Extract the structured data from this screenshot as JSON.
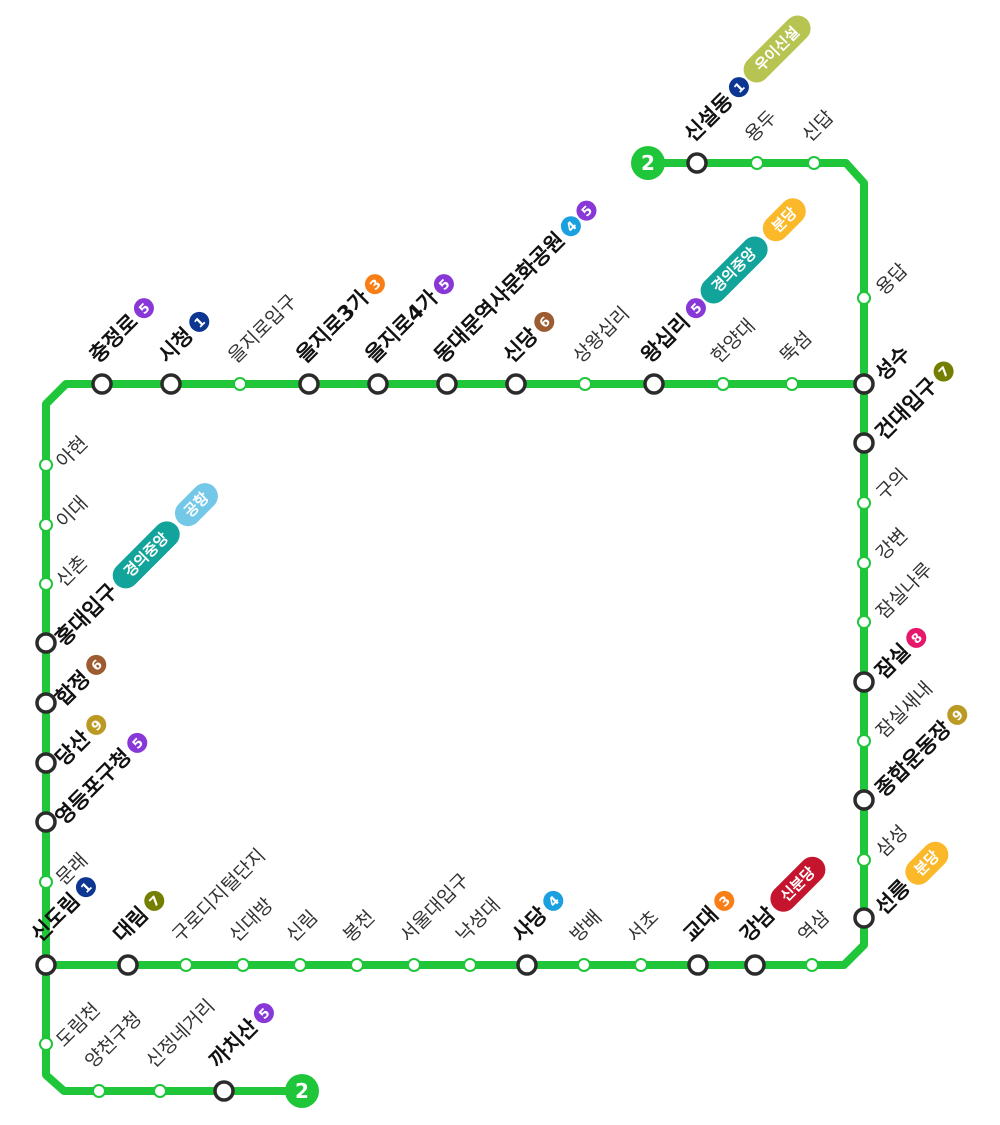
{
  "line": {
    "number": "2",
    "color": "#1fc63a"
  },
  "line_colors": {
    "1": "#0d3692",
    "3": "#fa7e16",
    "4": "#1ba0df",
    "5": "#8838d7",
    "6": "#9c5b30",
    "7": "#747f00",
    "8": "#e6186c",
    "9": "#bb9a24",
    "경의중앙": "#12a39a",
    "공항": "#73c7e7",
    "분당": "#fbb829",
    "우이신설": "#b7c452",
    "신분당": "#c5152e"
  },
  "stations": [
    {
      "name": "충정로",
      "transfers": [
        "5"
      ],
      "major": true
    },
    {
      "name": "시청",
      "transfers": [
        "1"
      ],
      "major": true
    },
    {
      "name": "을지로입구",
      "transfers": [],
      "major": false
    },
    {
      "name": "을지로3가",
      "transfers": [
        "3"
      ],
      "major": true
    },
    {
      "name": "을지로4가",
      "transfers": [
        "5"
      ],
      "major": true
    },
    {
      "name": "동대문역사문화공원",
      "transfers": [
        "4",
        "5"
      ],
      "major": true
    },
    {
      "name": "신당",
      "transfers": [
        "6"
      ],
      "major": true
    },
    {
      "name": "상왕십리",
      "transfers": [],
      "major": false
    },
    {
      "name": "왕십리",
      "transfers": [
        "5",
        "경의중앙",
        "분당"
      ],
      "major": true
    },
    {
      "name": "한양대",
      "transfers": [],
      "major": false
    },
    {
      "name": "뚝섬",
      "transfers": [],
      "major": false
    },
    {
      "name": "성수",
      "transfers": [],
      "major": true
    },
    {
      "name": "건대입구",
      "transfers": [
        "7"
      ],
      "major": true
    },
    {
      "name": "구의",
      "transfers": [],
      "major": false
    },
    {
      "name": "강변",
      "transfers": [],
      "major": false
    },
    {
      "name": "잠실나루",
      "transfers": [],
      "major": false
    },
    {
      "name": "잠실",
      "transfers": [
        "8"
      ],
      "major": true
    },
    {
      "name": "잠실새내",
      "transfers": [],
      "major": false
    },
    {
      "name": "종합운동장",
      "transfers": [
        "9"
      ],
      "major": true
    },
    {
      "name": "삼성",
      "transfers": [],
      "major": false
    },
    {
      "name": "선릉",
      "transfers": [
        "분당"
      ],
      "major": true
    },
    {
      "name": "역삼",
      "transfers": [],
      "major": false
    },
    {
      "name": "강남",
      "transfers": [
        "신분당"
      ],
      "major": true
    },
    {
      "name": "교대",
      "transfers": [
        "3"
      ],
      "major": true
    },
    {
      "name": "서초",
      "transfers": [],
      "major": false
    },
    {
      "name": "방배",
      "transfers": [],
      "major": false
    },
    {
      "name": "사당",
      "transfers": [
        "4"
      ],
      "major": true
    },
    {
      "name": "낙성대",
      "transfers": [],
      "major": false
    },
    {
      "name": "서울대입구",
      "transfers": [],
      "major": false
    },
    {
      "name": "봉천",
      "transfers": [],
      "major": false
    },
    {
      "name": "신림",
      "transfers": [],
      "major": false
    },
    {
      "name": "신대방",
      "transfers": [],
      "major": false
    },
    {
      "name": "구로디지털단지",
      "transfers": [],
      "major": false
    },
    {
      "name": "대림",
      "transfers": [
        "7"
      ],
      "major": true
    },
    {
      "name": "신도림",
      "transfers": [
        "1"
      ],
      "major": true
    },
    {
      "name": "문래",
      "transfers": [],
      "major": false
    },
    {
      "name": "영등포구청",
      "transfers": [
        "5"
      ],
      "major": true
    },
    {
      "name": "당산",
      "transfers": [
        "9"
      ],
      "major": true
    },
    {
      "name": "합정",
      "transfers": [
        "6"
      ],
      "major": true
    },
    {
      "name": "홍대입구",
      "transfers": [
        "경의중앙",
        "공항"
      ],
      "major": true
    },
    {
      "name": "신촌",
      "transfers": [],
      "major": false
    },
    {
      "name": "이대",
      "transfers": [],
      "major": false
    },
    {
      "name": "아현",
      "transfers": [],
      "major": false
    }
  ],
  "branch_seongsu": [
    {
      "name": "용답",
      "transfers": [],
      "major": false
    },
    {
      "name": "신답",
      "transfers": [],
      "major": false
    },
    {
      "name": "용두",
      "transfers": [],
      "major": false
    },
    {
      "name": "신설동",
      "transfers": [
        "1",
        "우이신설"
      ],
      "major": true
    }
  ],
  "branch_sinjeong": [
    {
      "name": "도림천",
      "transfers": [],
      "major": false
    },
    {
      "name": "양천구청",
      "transfers": [],
      "major": false
    },
    {
      "name": "신정네거리",
      "transfers": [],
      "major": false
    },
    {
      "name": "까치산",
      "transfers": [
        "5"
      ],
      "major": true
    }
  ]
}
